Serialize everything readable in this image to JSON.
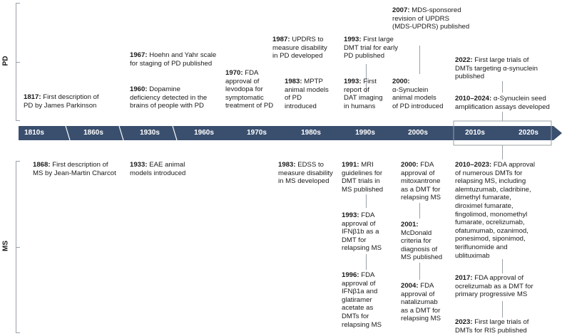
{
  "sides": {
    "top": "PD",
    "bottom": "MS"
  },
  "decades": [
    "1810s",
    "1860s",
    "1930s",
    "1960s",
    "1970s",
    "1980s",
    "1990s",
    "2000s",
    "2010s",
    "2020s"
  ],
  "pd_events": [
    {
      "year": "1817:",
      "text": " First description of\nPD by James Parkinson"
    },
    {
      "year": "1967:",
      "text": " Hoehn and Yahr scale\nfor staging of PD published"
    },
    {
      "year": "1960:",
      "text": " Dopamine\ndeficiency detected in the\nbrains of people with PD"
    },
    {
      "year": "1970:",
      "text": " FDA\napproval of\nlevodopa for\nsymptomatic\ntreatment of PD"
    },
    {
      "year": "1987:",
      "text": " UPDRS to\nmeasure disability\nin PD developed"
    },
    {
      "year": "1983:",
      "text": " MPTP\nanimal models\nof PD\nintroduced"
    },
    {
      "year": "1993:",
      "text": " First large\nDMT trial for early\nPD published"
    },
    {
      "year": "1993:",
      "text": " First\nreport of\nDAT imaging\nin humans"
    },
    {
      "year": "2007:",
      "text": " MDS-sponsored\nrevision of UPDRS\n(MDS-UPDRS) published"
    },
    {
      "year": "2000:",
      "text": "\nα-Synuclein\nanimal models\nof PD introduced"
    },
    {
      "year": "2022:",
      "text": " First large trials of\nDMTs targeting α-synuclein\npublished"
    },
    {
      "year": "2010–2024:",
      "text": " α-Synuclein seed\namplification assays developed"
    }
  ],
  "ms_events": [
    {
      "year": "1868:",
      "text": " First description of\nMS by Jean-Martin Charcot"
    },
    {
      "year": "1933:",
      "text": " EAE animal\nmodels introduced"
    },
    {
      "year": "1983:",
      "text": " EDSS to\nmeasure disability\nin MS developed"
    },
    {
      "year": "1991:",
      "text": " MRI\nguidelines for\nDMT trials in\nMS published"
    },
    {
      "year": "1993:",
      "text": " FDA\napproval of\nIFNβ1b as a\nDMT for\nrelapsing MS"
    },
    {
      "year": "1996:",
      "text": " FDA\napproval of\nIFNβ1a and\nglatiramer\nacetate as\nDMTs for\nrelapsing MS"
    },
    {
      "year": "2000:",
      "text": " FDA\napproval of\nmitoxantrone\nas a DMT for\nrelapsing MS"
    },
    {
      "year": "2001:",
      "text": "\nMcDonald\ncriteria for\ndiagnosis of\nMS published"
    },
    {
      "year": "2004:",
      "text": " FDA\napproval of\nnatalizumab\nas a DMT for\nrelapsing MS"
    },
    {
      "year": "2010–2023:",
      "text": " FDA approval\nof numerous DMTs for\nrelapsing MS, including\nalemtuzumab, cladribine,\ndimethyl fumarate,\ndiroximel fumarate,\nfingolimod, monomethyl\nfumarate, ocrelizumab,\nofatumumab, ozanimod,\nponesimod, siponimod,\nteriflunomide and\nublituximab"
    },
    {
      "year": "2017:",
      "text": " FDA approval of\nocrelizumab as a DMT for\nprimary progressive MS"
    },
    {
      "year": "2023:",
      "text": " First large trials of\nDMTs for RIS published"
    }
  ],
  "colors": {
    "bar": "#3a4f6e",
    "text": "#1a1a1a",
    "line": "#9aa0a6"
  }
}
